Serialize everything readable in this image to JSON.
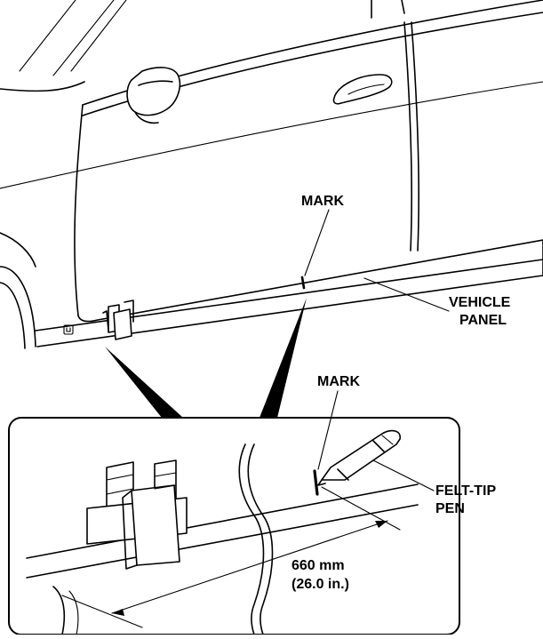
{
  "labels": {
    "mark_top": "MARK",
    "vehicle_line1": "VEHICLE",
    "vehicle_line2": "PANEL",
    "mark_detail": "MARK",
    "pen_line1": "FELT-TIP",
    "pen_line2": "PEN",
    "dim_line1": "660 mm",
    "dim_line2": "(26.0 in.)"
  }
}
